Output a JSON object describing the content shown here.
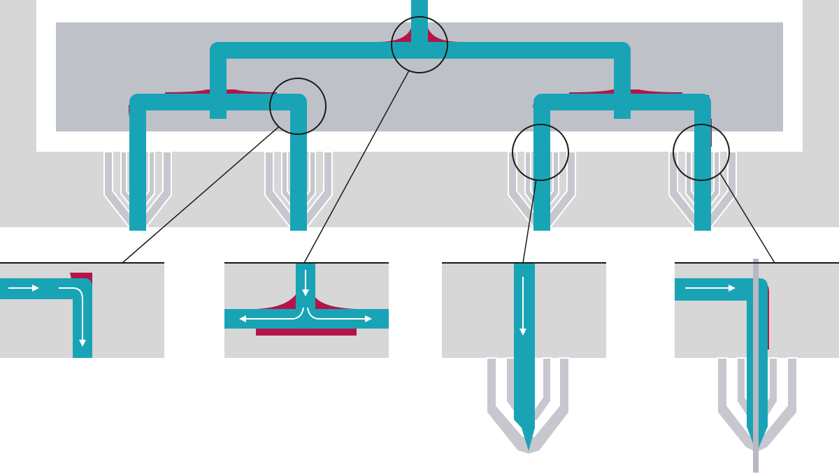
{
  "colors": {
    "background": "#ffffff",
    "mold_plate": "#d7d7d8",
    "manifold_block": "#bfc1c9",
    "melt_channel": "#19a4b6",
    "stagnant_melt": "#b3154a",
    "nozzle_body": "#c7c8cf",
    "nozzle_tip_fill": "#ededee",
    "flow_arrow": "#ffffff",
    "callout_line": "#1a1a1a",
    "valve_pin": "#b6b8c2"
  },
  "callouts": [
    {
      "name": "corner-bend",
      "target": "manifold-elbow-left",
      "detail": "detail-corner-flow"
    },
    {
      "name": "t-junction",
      "target": "sprue-junction",
      "detail": "detail-tee-flow"
    },
    {
      "name": "nozzle-entry",
      "target": "nozzle-3-entry",
      "detail": "detail-open-nozzle"
    },
    {
      "name": "valve-gate-entry",
      "target": "nozzle-4-entry",
      "detail": "detail-valve-gate-nozzle"
    }
  ],
  "icons": [
    "flow-arrow-icon",
    "magnifier-circle-icon"
  ]
}
